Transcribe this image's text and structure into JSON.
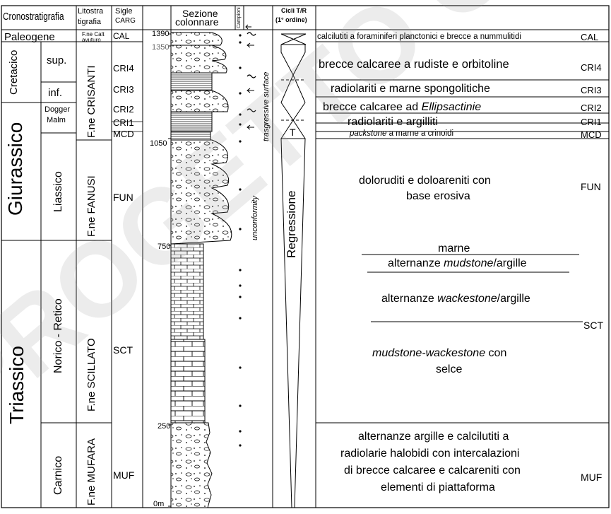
{
  "headers": {
    "crono": "Cronostratigrafia",
    "lito1": "Litostra",
    "lito2": "tigrafia",
    "sigle1": "Sigle",
    "sigle2": "CARG",
    "sezione1": "Sezione",
    "sezione2": "colonnare",
    "campioni": "Campioni",
    "cicli1": "Cicli T/R",
    "cicli2": "(1° ordine)"
  },
  "periods": {
    "paleogene": "Paleogene",
    "cretacico": "Cretacico",
    "giurassico": "Giurassico",
    "triassico": "Triassico"
  },
  "epochs": {
    "sup": "sup.",
    "inf": "inf.",
    "dogger": "Dogger",
    "malm": "Malm",
    "liassico": "Liassico",
    "norico": "Norico - Retico",
    "carnico": "Carnico"
  },
  "formations": {
    "calt1": "F.ne Calt",
    "calt2": "avuturo",
    "crisanti": "F.ne CRISANTI",
    "fanusi": "F.ne FANUSI",
    "scillato": "F.ne SCILLATO",
    "mufara": "F.ne MUFARA"
  },
  "sigle": {
    "cal": "CAL",
    "cri4": "CRI4",
    "cri3": "CRI3",
    "cri2": "CRI2",
    "cri1": "CRI1",
    "mcd": "MCD",
    "fun": "FUN",
    "sct": "SCT",
    "muf": "MUF"
  },
  "scale": {
    "s1390": "1390",
    "s1350": "1350",
    "s1050": "1050",
    "s750": "750",
    "s250": "250",
    "s0": "0m"
  },
  "annotations": {
    "trasgressive": "trasgressive surface",
    "unconformity": "unconformity",
    "regressione": "Regressione",
    "T": "T"
  },
  "descriptions": {
    "cal": "calcilutiti a foraminiferi planctonici e brecce a nummulitidi",
    "cri4": "brecce calcaree a rudiste e orbitoline",
    "cri3": "radiolariti e marne spongolitiche",
    "cri2a": "brecce calcaree ad ",
    "cri2b": "Ellipsactinie",
    "cri1": "radiolariti e argilliti",
    "mcd_a": "packstone",
    "mcd_b": " a marne a crinoidi",
    "fun1": "doloruditi e doloareniti con",
    "fun2": "base erosiva",
    "sct_marne": "marne",
    "sct_alt1a": "alternanze ",
    "sct_alt1b": "mudstone",
    "sct_alt1c": "/argille",
    "sct_alt2a": "alternanze ",
    "sct_alt2b": "wackestone",
    "sct_alt2c": "/argille",
    "sct_mud1a": "mudstone-wackestone",
    "sct_mud1b": " con",
    "sct_mud2": "selce",
    "muf1": "alternanze argille e calcilutiti a",
    "muf2": "radiolarie  halobidi con intercalazioni",
    "muf3": "di brecce calcaree e calcareniti con",
    "muf4": "elementi di piattaforma"
  },
  "right_codes": {
    "cal": "CAL",
    "cri4": "CRI4",
    "cri3": "CRI3",
    "cri2": "CRI2",
    "cri1": "CRI1",
    "mcd": "MCD",
    "fun": "FUN",
    "sct": "SCT",
    "muf": "MUF"
  },
  "watermark": "PROGETTO CARG"
}
